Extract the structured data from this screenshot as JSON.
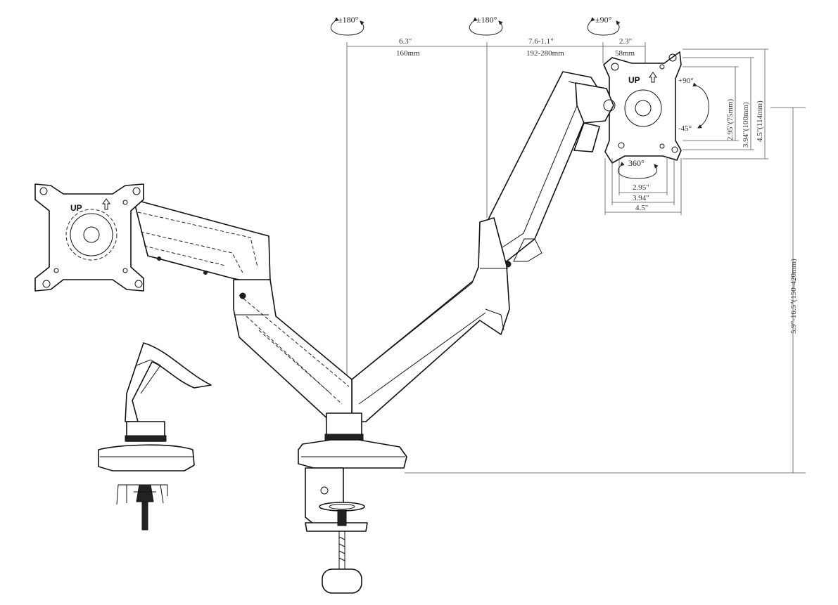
{
  "rotations": {
    "left_swivel": "±180°",
    "middle_swivel": "±180°",
    "tilt": "±90°",
    "rotate": "360°",
    "tilt_up": "+90°",
    "tilt_down": "-45°"
  },
  "horizontal_dims": {
    "base_to_elbow_in": "6.3\"",
    "base_to_elbow_mm": "160mm",
    "elbow_to_head_in": "7.6-1.1\"",
    "elbow_to_head_mm": "192-280mm",
    "head_depth_in": "2.3\"",
    "head_depth_mm": "58mm"
  },
  "vesa_dims": {
    "w_75": "2.95\"",
    "w_100": "3.94\"",
    "w_114": "4.5\"",
    "h_75": "2.95\"(75mm)",
    "h_100": "3.94\"(100mm)",
    "h_114": "4.5\"(114mm)"
  },
  "height_range": "5.9\"-16.5\"(150-420mm)",
  "plate_label": "UP",
  "colors": {
    "line": "#111111",
    "dimension": "#555555",
    "background": "#ffffff"
  }
}
